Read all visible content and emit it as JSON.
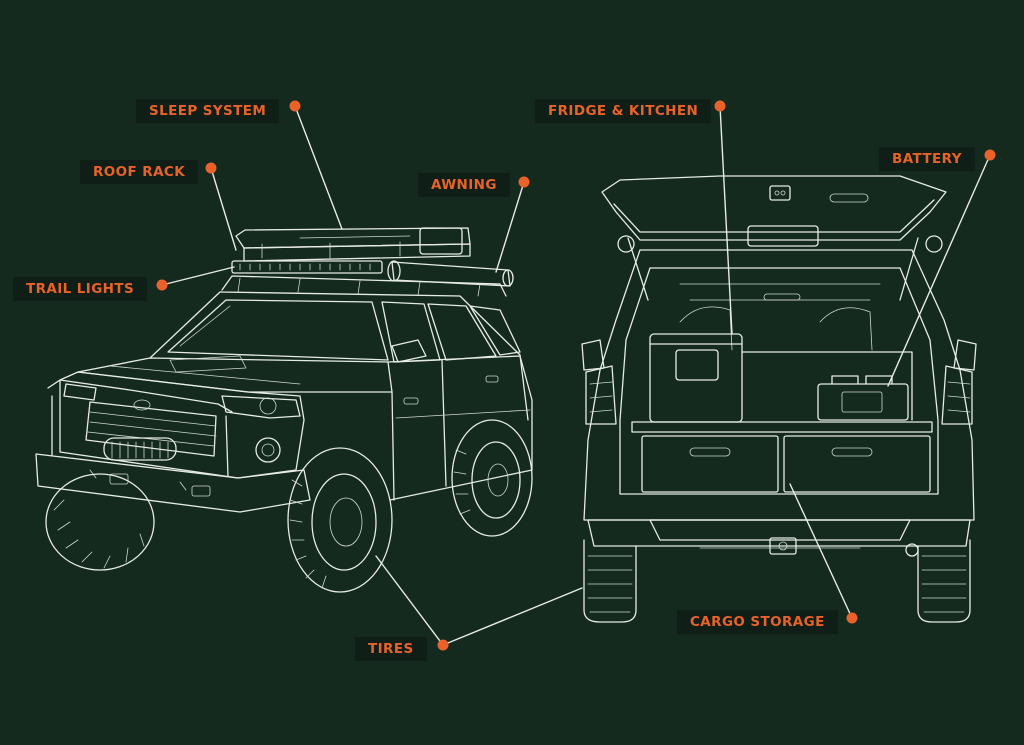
{
  "callouts": {
    "sleep_system": "SLEEP SYSTEM",
    "roof_rack": "ROOF RACK",
    "awning": "AWNING",
    "trail_lights": "TRAIL LIGHTS",
    "tires": "TIRES",
    "fridge_kitchen": "FRIDGE & KITCHEN",
    "battery": "BATTERY",
    "cargo_storage": "CARGO STORAGE"
  },
  "colors": {
    "background": "#142a1f",
    "label_background": "#0f1f17",
    "accent": "#e8622a",
    "linework": "#e6ebe6"
  }
}
